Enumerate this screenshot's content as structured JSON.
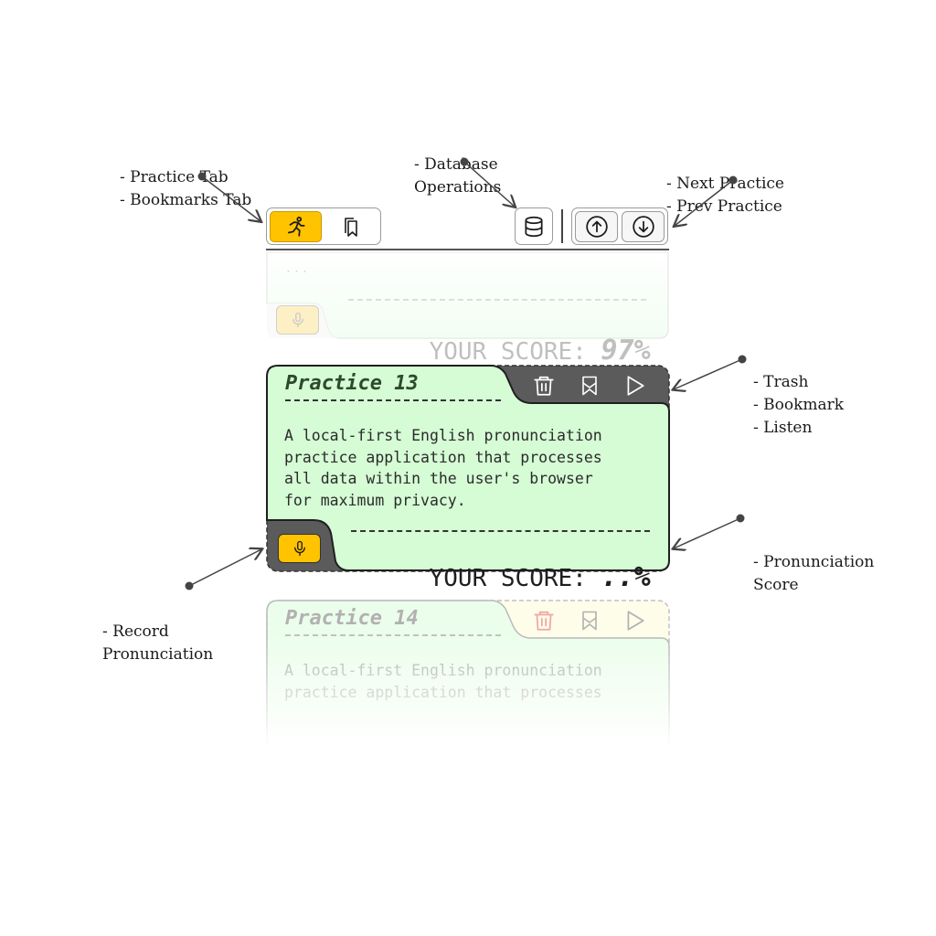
{
  "annotations": {
    "tabs": [
      "- Practice Tab",
      "- Bookmarks Tab"
    ],
    "database": [
      "- Database",
      "Operations"
    ],
    "navigation": [
      "- Next Practice",
      "- Prev Practice"
    ],
    "card_actions": [
      "- Trash",
      "- Bookmark",
      "- Listen"
    ],
    "score": [
      "- Pronunciation",
      "Score"
    ],
    "record": [
      "- Record",
      "Pronunciation"
    ]
  },
  "toolbar": {
    "tabs": [
      {
        "name": "practice",
        "icon": "running-person-icon",
        "active": true
      },
      {
        "name": "bookmarks",
        "icon": "bookmarks-icon",
        "active": false
      }
    ],
    "database_icon": "database-icon",
    "nav": [
      {
        "name": "prev",
        "icon": "arrow-up-circle-icon"
      },
      {
        "name": "next",
        "icon": "arrow-down-circle-icon"
      }
    ]
  },
  "previous_card": {
    "body_fragment": "...",
    "score_label": "YOUR SCORE:",
    "score_value": "97%"
  },
  "current_card": {
    "title": "Practice 13",
    "body_lines": [
      "A local-first English pronunciation",
      "practice application that processes",
      "all data within the user's browser",
      "for maximum privacy."
    ],
    "score_label": "YOUR SCORE:",
    "score_value": "..%",
    "actions": [
      "trash-icon",
      "bookmark-icon",
      "play-icon"
    ],
    "record_icon": "microphone-icon"
  },
  "next_card": {
    "title": "Practice 14",
    "body_lines": [
      "A local-first English pronunciation",
      "practice application that processes"
    ]
  },
  "colors": {
    "accent": "#ffc300",
    "card_green": "#d5fcd5",
    "card_dark": "#5b5b5b",
    "trash_faded": "#e57373"
  }
}
